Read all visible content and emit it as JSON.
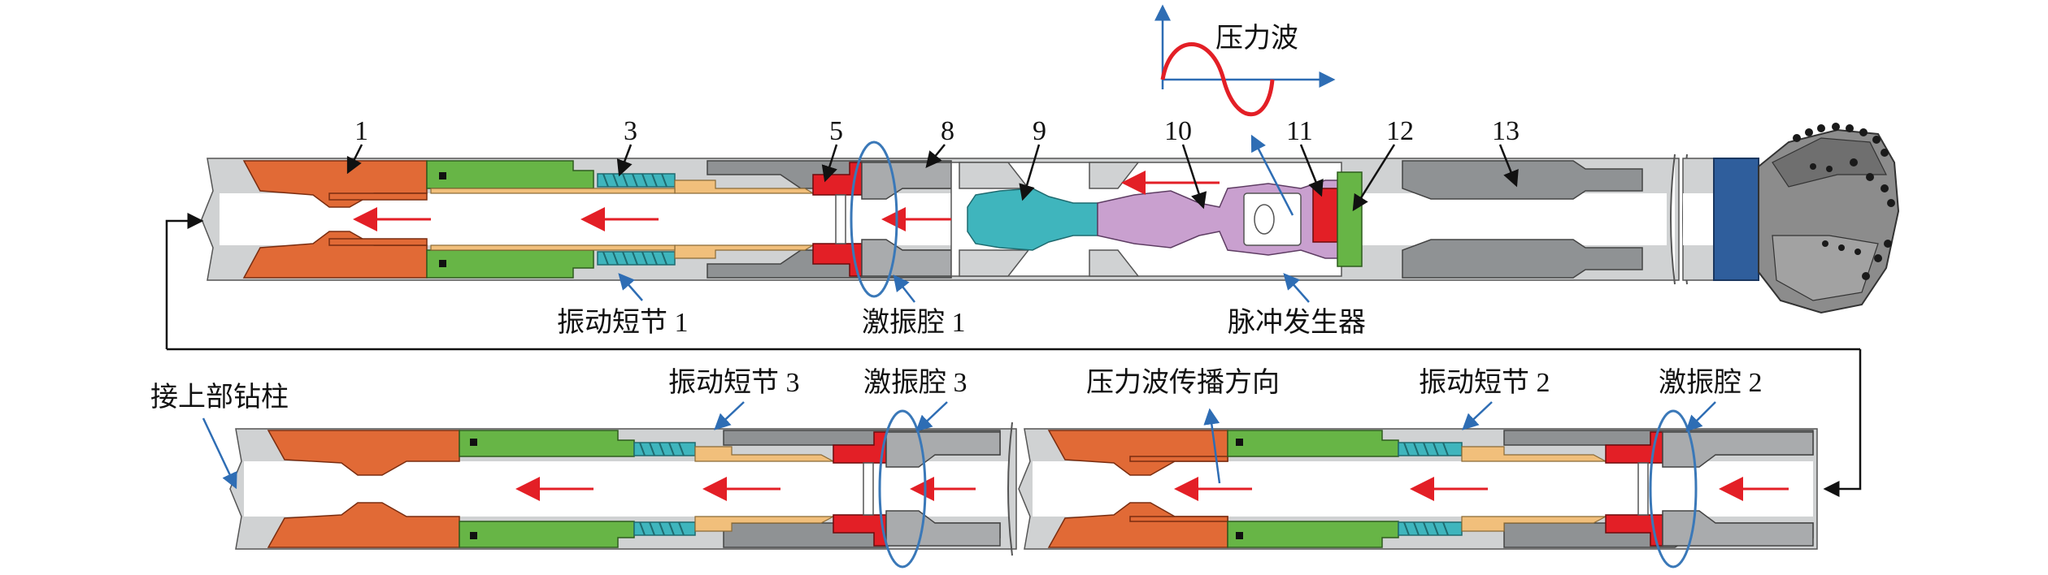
{
  "labels": {
    "pressure_wave": "压力波",
    "vib_sub_1": "振动短节 1",
    "vib_sub_2": "振动短节 2",
    "vib_sub_3": "振动短节 3",
    "exc_cavity_1": "激振腔 1",
    "exc_cavity_2": "激振腔 2",
    "exc_cavity_3": "激振腔 3",
    "pulse_generator": "脉冲发生器",
    "upper_string": "接上部钻柱",
    "propagation_dir": "压力波传播方向"
  },
  "part_numbers": [
    "1",
    "3",
    "5",
    "8",
    "9",
    "10",
    "11",
    "12",
    "13"
  ],
  "colors": {
    "body": "#d0d2d3",
    "housing": "#8f9294",
    "piston": "#e16a36",
    "sleeve": "#67b546",
    "spring": "#3fb5bd",
    "liner": "#f1bf7b",
    "seal_ring": "#e31f26",
    "rotor": "#3fb5bd",
    "generator_body": "#c9a0cf",
    "bit_body": "#8c8c8c",
    "bit_shank": "#2f5e9c",
    "flow_arrow": "#e31f26",
    "cavity_ellipse": "#3a78b8",
    "leader_blue": "#2e6db4"
  }
}
